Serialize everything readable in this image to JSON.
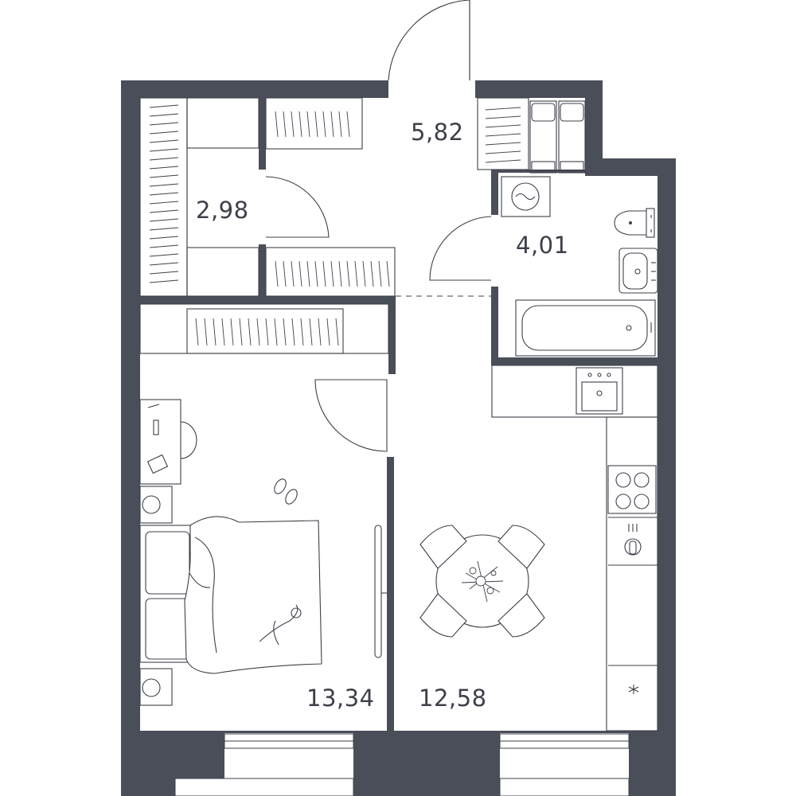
{
  "rooms": [
    {
      "id": "storage",
      "area": "2,98"
    },
    {
      "id": "hall",
      "area": "5,82"
    },
    {
      "id": "bathroom",
      "area": "4,01"
    },
    {
      "id": "bedroom",
      "area": "13,34"
    },
    {
      "id": "kitchen-living",
      "area": "12,58"
    }
  ],
  "colors": {
    "wall": "#4a4e58",
    "line": "#3d4049",
    "background": "#ffffff"
  }
}
